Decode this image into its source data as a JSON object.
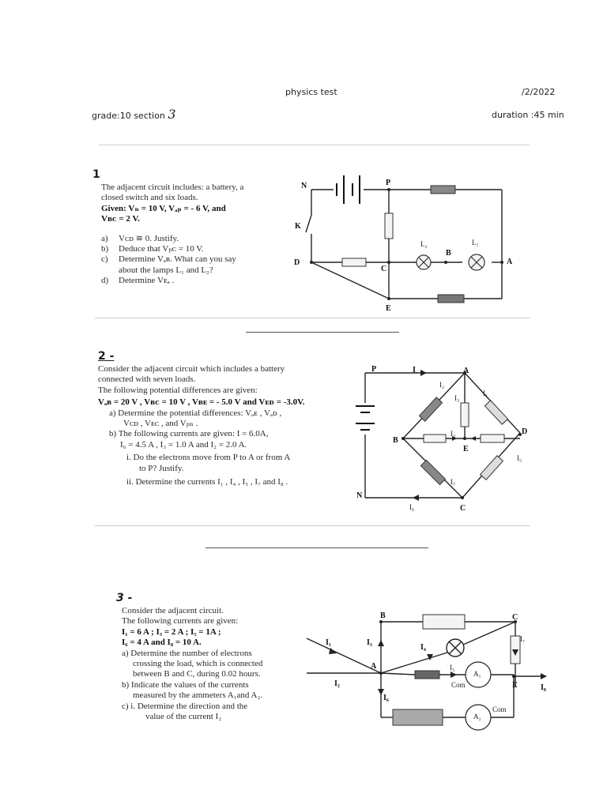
{
  "header": {
    "title": "physics test",
    "date": "/2/2022",
    "grade": "grade:10 section",
    "section_mark": "3",
    "duration": "duration :45 min"
  },
  "q1": {
    "number": "1",
    "intro": [
      "The adjacent circuit includes: a battery, a",
      "closed switch and six loads."
    ],
    "given": [
      "Given: Vₙ = 10 V, Vₐₚ = - 6 V, and",
      "Vʙᴄ = 2 V."
    ],
    "items": [
      {
        "label": "a)",
        "text": "Vᴄᴅ ≅ 0. Justify."
      },
      {
        "label": "b)",
        "text": "Deduce that Vₚᴄ = 10 V."
      },
      {
        "label": "c)",
        "text": "Determine Vₐʙ. What can you say"
      },
      {
        "label": "",
        "text": "about the lamps L₁ and L₂?"
      },
      {
        "label": "d)",
        "text": "Determine Vᴇₐ ."
      }
    ],
    "labels": {
      "N": "N",
      "P": "P",
      "K": "K",
      "D": "D",
      "C": "C",
      "B": "B",
      "A": "A",
      "E": "E",
      "L1": "L₁",
      "L2": "L₂"
    }
  },
  "q2": {
    "number": "2 -",
    "intro": [
      "Consider the adjacent circuit which includes a battery",
      "connected with seven loads.",
      "The following potential differences are given:"
    ],
    "given": "Vₐʙ = 20 V , Vʙᴄ = 10 V , Vʙᴇ = - 5.0 V and Vᴇᴅ = -3.0V.",
    "a": [
      "a)  Determine the potential differences: Vₐᴇ , Vₐᴅ ,",
      "Vᴄᴅ , Vᴇᴄ , and Vₚₙ ."
    ],
    "b": [
      "b)  The following currents are given: I = 6.0A,",
      "I₆ = 4.5 A , I₃ = 1.0 A  and  I₂ = 2.0 A."
    ],
    "bi": [
      "i.   Do the electrons move from P to A or from A",
      "to P? Justify."
    ],
    "bii": "ii.  Determine the currents I₁ , I₄ , I₅ , I₇ and  I₈ .",
    "labels": {
      "P": "P",
      "I": "I",
      "A": "A",
      "I2": "I₂",
      "I3": "I₃",
      "I1": "I₁",
      "B": "B",
      "I4": "I₄",
      "E": "E",
      "D": "D",
      "I5": "I₅",
      "I7": "I₇",
      "N": "N",
      "I6": "I₆",
      "C": "C"
    }
  },
  "q3": {
    "number": "3 -",
    "intro": [
      "Consider the adjacent circuit.",
      "The following currents are given:"
    ],
    "given": [
      "I₁ = 6 A ; I₃ = 2 A ;  I₅ = 1A ;",
      "I₆ = 4 A and  I₈ = 10 A."
    ],
    "a": [
      "a)  Determine the number of electrons",
      "crossing the load, which is connected",
      "between B and C, during 0.02 hours."
    ],
    "b": [
      "b)  Indicate the values of the currents",
      "measured by the ammeters A₁and A₂."
    ],
    "c": [
      "c)  i.  Determine the direction and the",
      "value of the current I₂"
    ],
    "labels": {
      "B": "B",
      "C": "C",
      "I7": "I₇",
      "I1": "I₁",
      "I3": "I₃",
      "I4": "I₄",
      "A": "A",
      "I5": "I₅",
      "A1": "A₁",
      "Com1": "Com",
      "E": "E",
      "I8": "I₈",
      "I2": "I₂",
      "I6": "I₆",
      "A2": "A₂",
      "Com2": "Com"
    }
  }
}
